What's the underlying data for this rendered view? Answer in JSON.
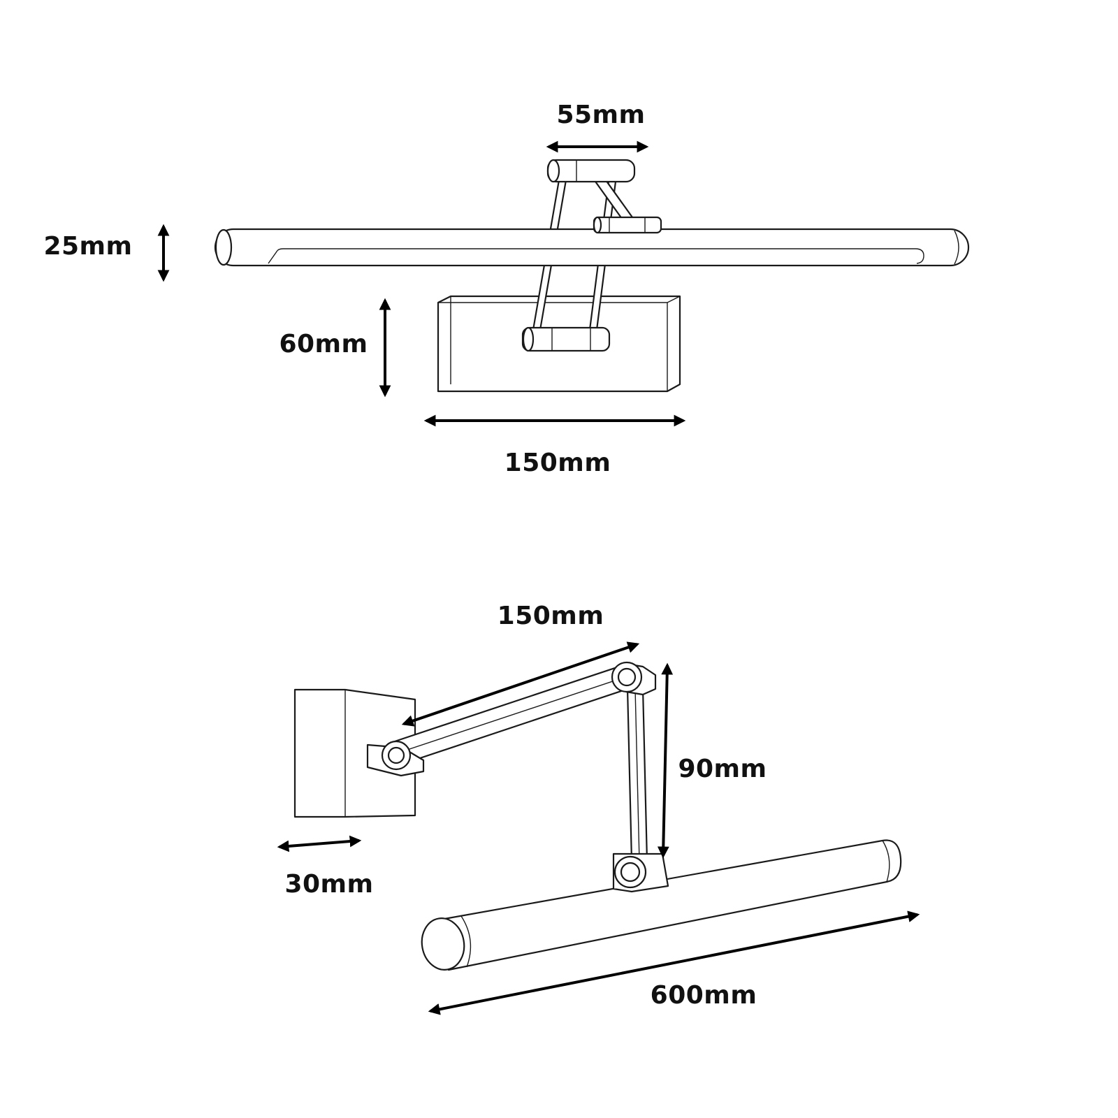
{
  "top_view": {
    "label_arm_width": "55mm",
    "label_tube_height": "25mm",
    "label_base_height": "60mm",
    "label_base_width": "150mm"
  },
  "side_view": {
    "label_upper_arm": "150mm",
    "label_vertical_arm": "90mm",
    "label_base_depth": "30mm",
    "label_tube_length": "600mm"
  },
  "colors": {
    "line": "#1a1a1a",
    "background": "#ffffff"
  }
}
